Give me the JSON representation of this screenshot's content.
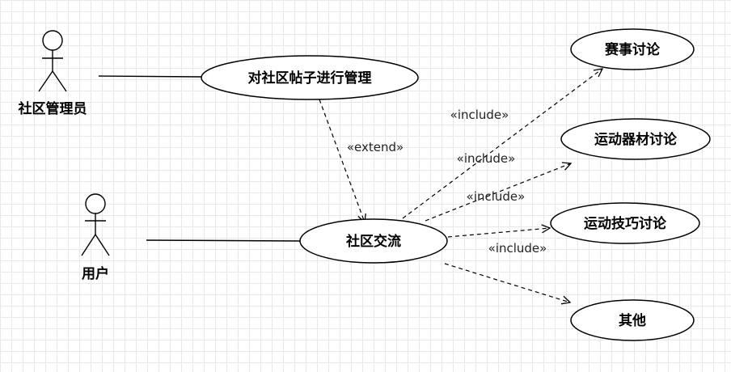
{
  "actors": {
    "admin": "社区管理员",
    "user": "用户"
  },
  "use_cases": {
    "manage_posts": "对社区帖子进行管理",
    "community": "社区交流",
    "match_discussion": "赛事讨论",
    "equipment_discussion": "运动器材讨论",
    "skills_discussion": "运动技巧讨论",
    "other": "其他"
  },
  "relations": {
    "extend": "«extend»",
    "include_1": "«include»",
    "include_2": "«include»",
    "include_3": "«include»",
    "include_4": "«include»"
  }
}
